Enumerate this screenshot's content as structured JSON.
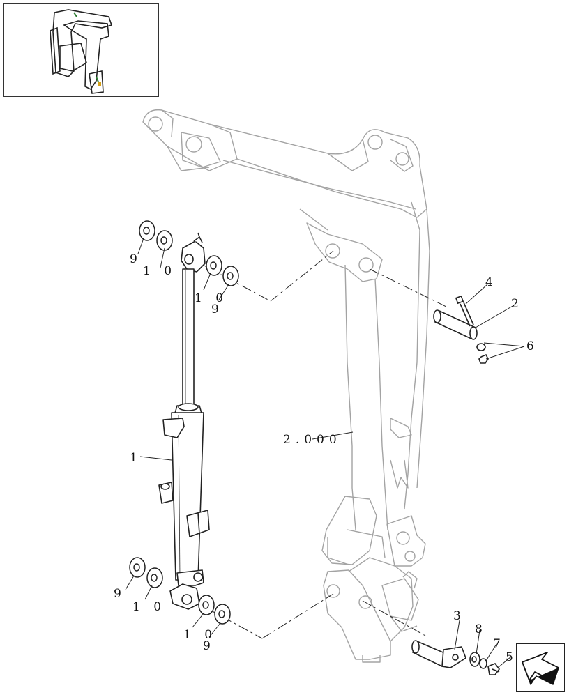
{
  "diagram": {
    "reference_label": "2.000",
    "callouts": {
      "c1": "1",
      "c2": "2",
      "c3": "3",
      "c4": "4",
      "c5": "5",
      "c6": "6",
      "c7": "7",
      "c8": "8",
      "c9_top_left": "9",
      "c10_top_left": "1 0",
      "c10_top_right": "1 0",
      "c9_top_right": "9",
      "c9_bottom_left": "9",
      "c10_bottom_left": "1 0",
      "c10_bottom_right": "1 0",
      "c9_bottom_right": "9"
    }
  },
  "thumbnail": {
    "icon": "machine-overview-icon"
  },
  "navigation": {
    "icon": "next-page-arrow-icon"
  },
  "colors": {
    "line": "#222222",
    "ghost": "#9a9a9a",
    "thumb_accent": "#2e7d32"
  }
}
